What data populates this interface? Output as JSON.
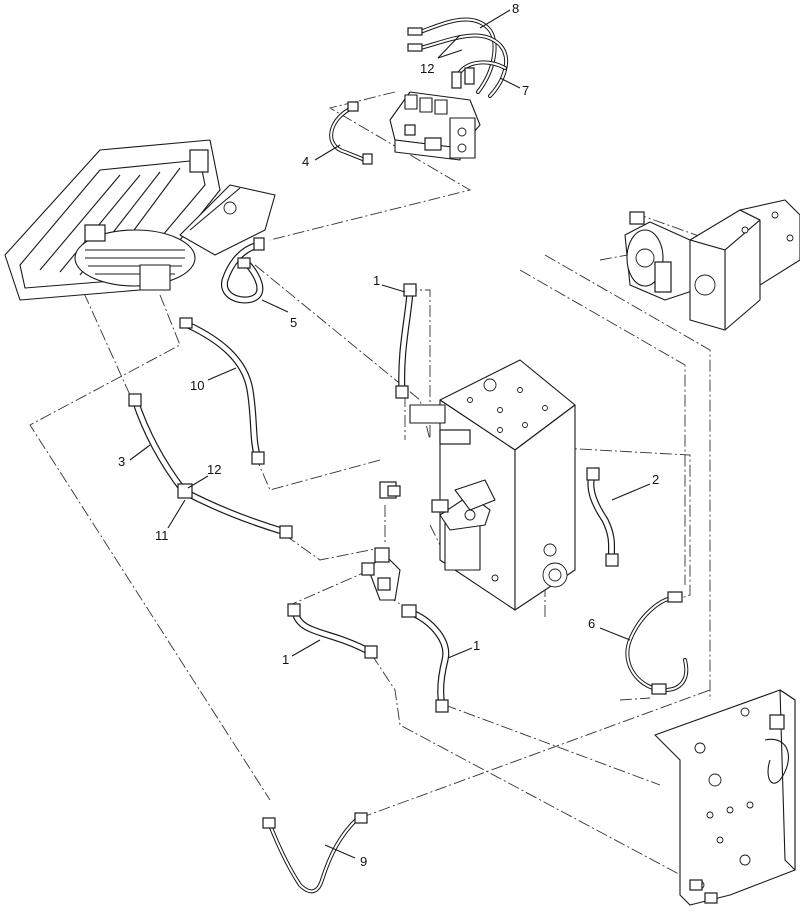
{
  "diagram": {
    "callouts": [
      {
        "id": "c8",
        "label": "8"
      },
      {
        "id": "c12a",
        "label": "12"
      },
      {
        "id": "c7",
        "label": "7"
      },
      {
        "id": "c4",
        "label": "4"
      },
      {
        "id": "c5",
        "label": "5"
      },
      {
        "id": "c1a",
        "label": "1"
      },
      {
        "id": "c10",
        "label": "10"
      },
      {
        "id": "c3",
        "label": "3"
      },
      {
        "id": "c12b",
        "label": "12"
      },
      {
        "id": "c11",
        "label": "11"
      },
      {
        "id": "c2",
        "label": "2"
      },
      {
        "id": "c6",
        "label": "6"
      },
      {
        "id": "c1b",
        "label": "1"
      },
      {
        "id": "c1c",
        "label": "1"
      },
      {
        "id": "c9",
        "label": "9"
      }
    ]
  },
  "colors": {
    "line": "#1a1a1a",
    "background": "#ffffff"
  }
}
